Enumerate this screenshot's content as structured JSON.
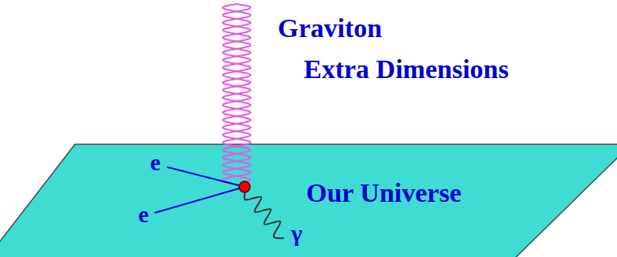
{
  "diagram": {
    "labels": [
      "Graviton",
      "Extra Dimensions",
      "e",
      "Our Universe",
      "e",
      "γ"
    ]
  }
}
